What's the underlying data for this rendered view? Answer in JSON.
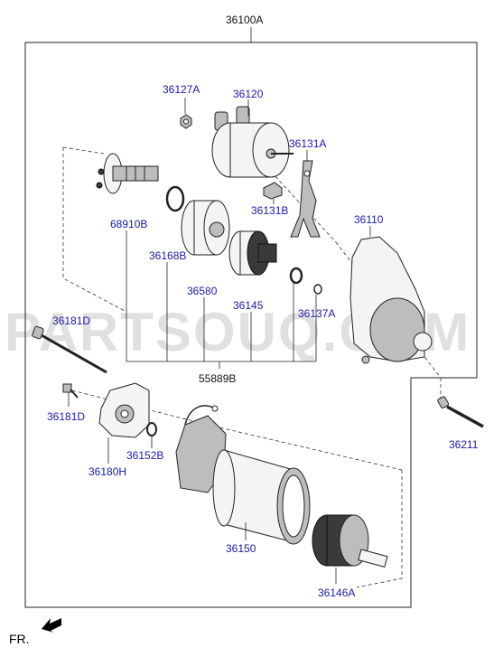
{
  "assembly": {
    "main": "36100A",
    "kit": "55889B"
  },
  "parts": {
    "p36127A": "36127A",
    "p36120": "36120",
    "p36131A": "36131A",
    "p36131B": "36131B",
    "p68910B": "68910B",
    "p36110": "36110",
    "p36168B": "36168B",
    "p36580": "36580",
    "p36145": "36145",
    "p36137A": "36137A",
    "p36181D_bolt": "36181D",
    "p36181D_screw": "36181D",
    "p36211": "36211",
    "p36152B": "36152B",
    "p36180H": "36180H",
    "p36150": "36150",
    "p36146A": "36146A"
  },
  "watermark": "PARTSOUQ.COM",
  "direction": {
    "label": "FR."
  },
  "colors": {
    "label_blue": "#1a1aa0",
    "watermark_gray": "#c8c8c8"
  }
}
